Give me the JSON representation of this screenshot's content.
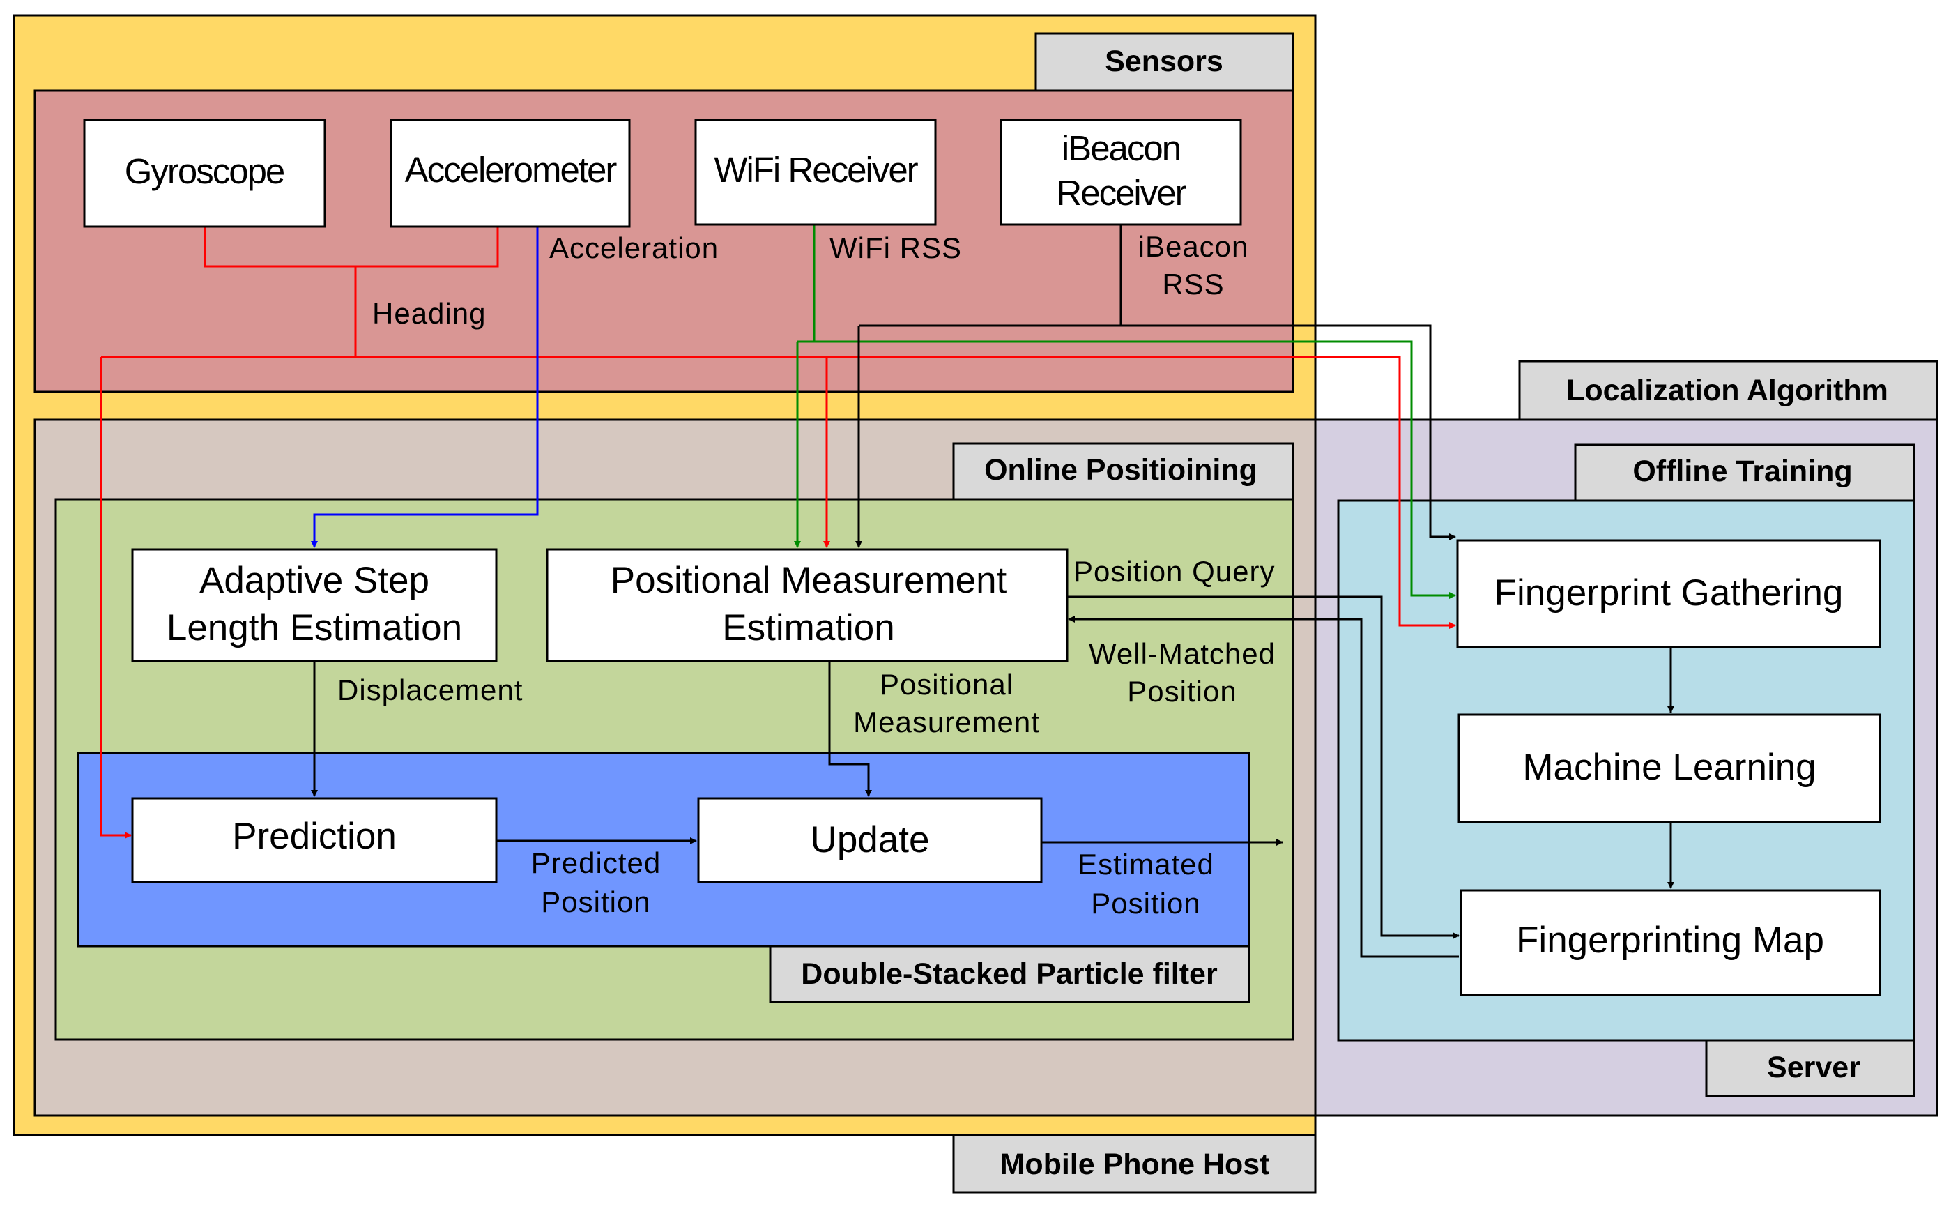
{
  "containers": {
    "mobile_phone_host": "Mobile Phone Host",
    "sensors": "Sensors",
    "localization_algorithm": "Localization Algorithm",
    "online_positioning": "Online Positioining",
    "offline_training": "Offline Training",
    "server": "Server",
    "particle_filter": "Double-Stacked Particle filter"
  },
  "nodes": {
    "gyroscope": "Gyroscope",
    "accelerometer": "Accelerometer",
    "wifi_receiver": "WiFi Receiver",
    "ibeacon_receiver": [
      "iBeacon",
      "Receiver"
    ],
    "step_length": [
      "Adaptive Step",
      "Length Estimation"
    ],
    "positional_measurement": [
      "Positional Measurement",
      "Estimation"
    ],
    "prediction": "Prediction",
    "update": "Update",
    "fingerprint_gathering": "Fingerprint Gathering",
    "machine_learning": "Machine Learning",
    "fingerprinting_map": "Fingerprinting Map"
  },
  "edge_labels": {
    "acceleration": "Acceleration",
    "wifi_rss": "WiFi RSS",
    "ibeacon_rss": [
      "iBeacon",
      "RSS"
    ],
    "heading": "Heading",
    "position_query": "Position Query",
    "well_matched_position": [
      "Well-Matched",
      "Position"
    ],
    "displacement": "Displacement",
    "positional_measurement": [
      "Positional",
      "Measurement"
    ],
    "predicted_position": [
      "Predicted",
      "Position"
    ],
    "estimated_position": [
      "Estimated",
      "Position"
    ]
  },
  "colors": {
    "mobile_host": "#ffd966",
    "sensors_panel": "#d99694",
    "localization_panel": "#d5cfe1",
    "online_panel": "#d6c8c0",
    "online_inner": "#c3d69b",
    "particle_filter": "#7096ff",
    "offline_panel": "#b7dde8",
    "tab": "#d9d9d9",
    "heading_wire": "#ff0000",
    "acceleration_wire": "#0000ff",
    "wifi_wire": "#008c00",
    "ibeacon_wire": "#000000"
  }
}
